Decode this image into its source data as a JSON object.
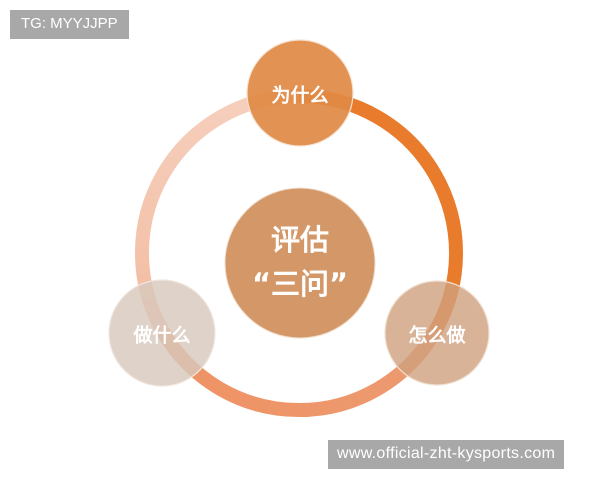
{
  "watermarks": {
    "top": "TG: MYYJJPP",
    "bottom": "www.official-zht-kysports.com"
  },
  "diagram": {
    "center": {
      "line1": "评估",
      "line2": "“三问”",
      "color": "#d49868"
    },
    "nodes": [
      {
        "id": "why",
        "label": "为什么",
        "color": "#e08a45",
        "position": "top"
      },
      {
        "id": "what",
        "label": "做什么",
        "color": "#d8c8bc",
        "position": "bottom-left"
      },
      {
        "id": "how",
        "label": "怎么做",
        "color": "#d2a888",
        "position": "bottom-right"
      }
    ],
    "ring": {
      "left_color": "#f5cbb8",
      "right_color": "#e87c2c",
      "bottom_color": "#ee9a6e"
    }
  }
}
